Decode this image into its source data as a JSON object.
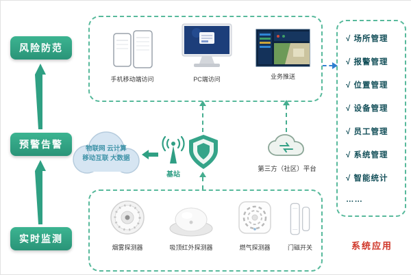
{
  "left_nav": {
    "items": [
      {
        "label": "风险防范"
      },
      {
        "label": "预警告警"
      },
      {
        "label": "实时监测"
      }
    ]
  },
  "access_layer": {
    "devices": [
      {
        "label": "手机移动端访问"
      },
      {
        "label": "PC端访问"
      },
      {
        "label": "业务推送"
      }
    ]
  },
  "network_layer": {
    "cloud_line1": "物联网 云计算",
    "cloud_line2": "移动互联 大数据",
    "base_station_label": "基站",
    "third_party_label": "第三方（社区）平台"
  },
  "sensing_layer": {
    "devices": [
      {
        "label": "烟雾探测器"
      },
      {
        "label": "吸顶红外探测器"
      },
      {
        "label": "燃气探测器"
      },
      {
        "label": "门磁开关"
      }
    ]
  },
  "applications": {
    "items": [
      "√ 场所管理",
      "√ 报警管理",
      "√ 位置管理",
      "√ 设备管理",
      "√ 员工管理",
      "√ 系统管理",
      "√ 智能统计",
      "……"
    ],
    "caption": "系统应用"
  },
  "colors": {
    "accent_green": "#2fa083",
    "dashed_border": "#57b99b",
    "arrow_blue": "#2f7fd0",
    "caption_red": "#cf3527"
  }
}
